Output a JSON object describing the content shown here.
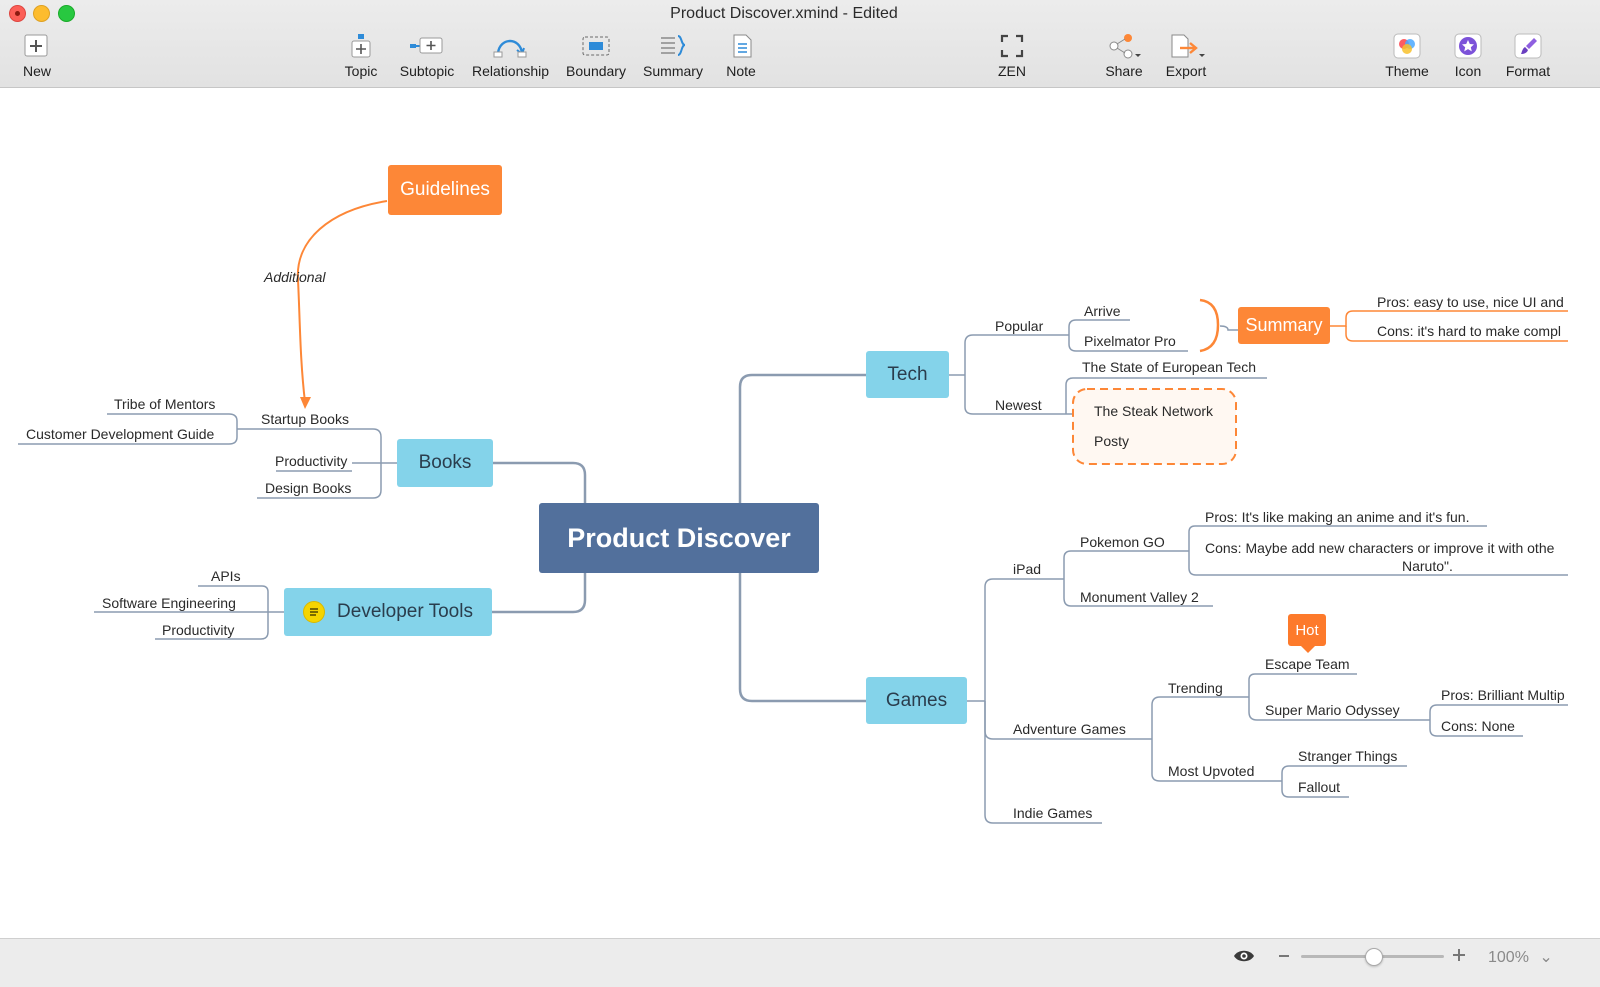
{
  "window": {
    "title": "Product Discover.xmind - Edited"
  },
  "toolbar": {
    "new": "New",
    "topic": "Topic",
    "subtopic": "Subtopic",
    "relationship": "Relationship",
    "boundary": "Boundary",
    "summary": "Summary",
    "note": "Note",
    "zen": "ZEN",
    "share": "Share",
    "export": "Export",
    "theme": "Theme",
    "icon": "Icon",
    "format": "Format"
  },
  "colors": {
    "central": "#52709c",
    "main_topic": "#84d3ea",
    "accent": "#fd8737",
    "line": "#8b9bb0"
  },
  "map": {
    "central": "Product Discover",
    "guidelines": "Guidelines",
    "relationship_label": "Additional",
    "books": {
      "label": "Books",
      "startup": "Startup Books",
      "tribe": "Tribe of Mentors",
      "customer": "Customer Development Guide",
      "productivity": "Productivity",
      "design": "Design Books"
    },
    "devtools": {
      "label": "Developer Tools",
      "apis": "APIs",
      "software": "Software Engineering",
      "productivity": "Productivity"
    },
    "tech": {
      "label": "Tech",
      "popular": "Popular",
      "arrive": "Arrive",
      "pixelmator": "Pixelmator Pro",
      "summary": "Summary",
      "pros": "Pros: easy to use, nice UI and",
      "cons": "Cons: it's hard to make compl",
      "newest": "Newest",
      "state": "The State of European Tech",
      "steak": "The Steak Network",
      "posty": "Posty"
    },
    "games": {
      "label": "Games",
      "ipad": "iPad",
      "pokemon": "Pokemon GO",
      "pokemon_pros": "Pros: It's like making an anime and it's fun.",
      "pokemon_cons_1": "Cons: Maybe add new characters or improve it with othe",
      "pokemon_cons_2": "Naruto\".",
      "monument": "Monument Valley 2",
      "adventure": "Adventure Games",
      "trending": "Trending",
      "hot": "Hot",
      "escape": "Escape Team",
      "mario": "Super Mario Odyssey",
      "mario_pros": "Pros: Brilliant Multip",
      "mario_cons": "Cons: None",
      "upvoted": "Most Upvoted",
      "stranger": "Stranger Things",
      "fallout": "Fallout",
      "indie": "Indie Games"
    }
  },
  "status": {
    "zoom": "100%",
    "zoom_level_fraction": 0.5
  }
}
